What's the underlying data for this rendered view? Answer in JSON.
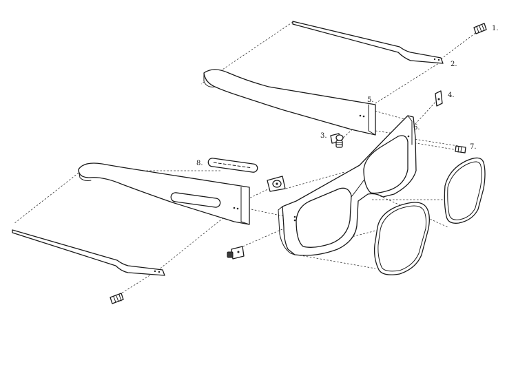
{
  "callouts": {
    "c1": "1.",
    "c2": "2.",
    "c3": "3.",
    "c4": "4.",
    "c5": "5.",
    "c6": "6.",
    "c7": "7.",
    "c8": "8."
  },
  "colors": {
    "line": "#1a1a1a",
    "background": "#ffffff"
  }
}
